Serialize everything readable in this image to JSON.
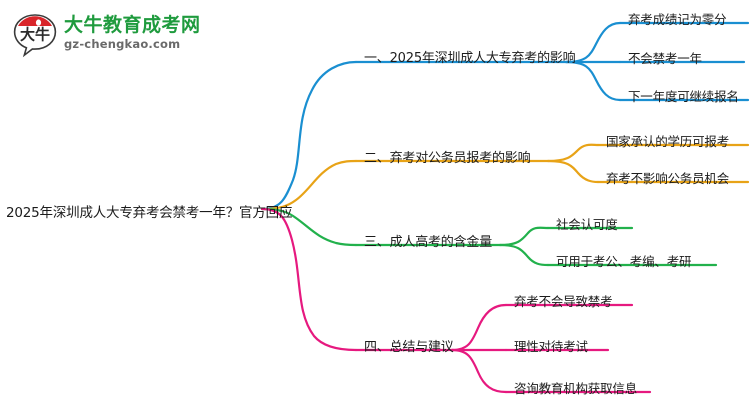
{
  "logo": {
    "mark_text": "大牛",
    "name_cn": "大牛教育成考网",
    "name_en": "gz-chengkao.com",
    "mark_color": "#d9252a",
    "name_color": "#1f9b3e"
  },
  "mindmap": {
    "root": {
      "label": "2025年深圳成人大专弃考会禁考一年？官方回应"
    },
    "branches": [
      {
        "label": "一、2025年深圳成人大专弃考的影响",
        "color": "#1a8fd1",
        "children": [
          {
            "label": "弃考成绩记为零分"
          },
          {
            "label": "不会禁考一年"
          },
          {
            "label": "下一年度可继续报名"
          }
        ]
      },
      {
        "label": "二、弃考对公务员报考的影响",
        "color": "#e8a317",
        "children": [
          {
            "label": "国家承认的学历可报考"
          },
          {
            "label": "弃考不影响公务员机会"
          }
        ]
      },
      {
        "label": "三、成人高考的含金量",
        "color": "#22b14c",
        "children": [
          {
            "label": "社会认可度"
          },
          {
            "label": "可用于考公、考编、考研"
          }
        ]
      },
      {
        "label": "四、总结与建议",
        "color": "#e6197f",
        "children": [
          {
            "label": "弃考不会导致禁考"
          },
          {
            "label": "理性对待考试"
          },
          {
            "label": "咨询教育机构获取信息"
          }
        ]
      }
    ]
  }
}
